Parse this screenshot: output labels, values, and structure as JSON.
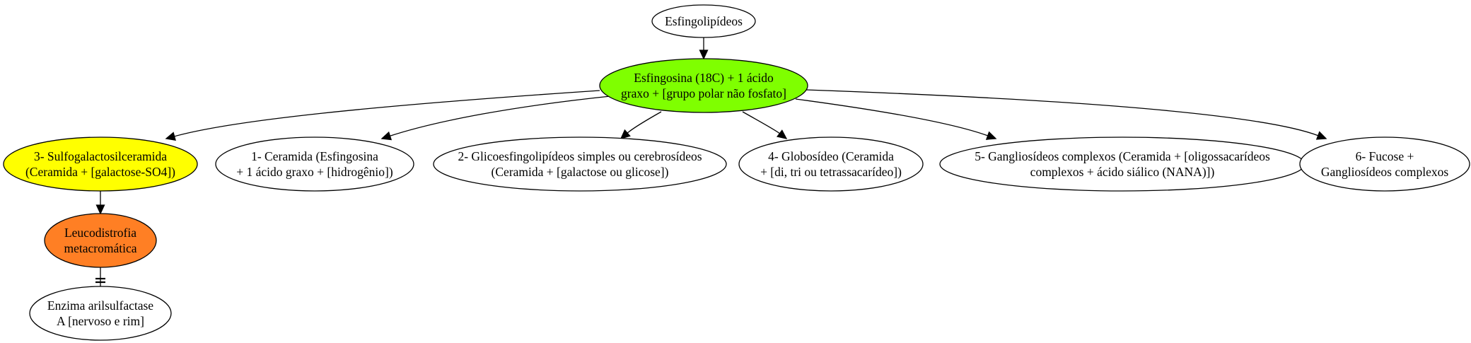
{
  "nodes": {
    "esfingolipideos": {
      "lines": [
        "Esfingolipídeos"
      ],
      "fill": "#ffffff"
    },
    "esfingosina": {
      "lines": [
        "Esfingosina (18C) + 1  ácido",
        "graxo + [grupo polar não fosfato]"
      ],
      "fill": "#7fff00"
    },
    "sulfogalactosil": {
      "lines": [
        "3- Sulfogalactosilceramida",
        "(Ceramida + [galactose-SO4])"
      ],
      "fill": "#ffff00"
    },
    "ceramida": {
      "lines": [
        "1- Ceramida (Esfingosina",
        "+ 1 ácido graxo + [hidrogênio])"
      ],
      "fill": "#ffffff"
    },
    "glicoesfingolipideos": {
      "lines": [
        "2- Glicoesfingolipídeos simples ou cerebrosídeos",
        "(Ceramida + [galactose ou glicose])"
      ],
      "fill": "#ffffff"
    },
    "globosideo": {
      "lines": [
        "4- Globosídeo (Ceramida",
        "+ [di, tri ou tetrassacarídeo])"
      ],
      "fill": "#ffffff"
    },
    "gangliosideos": {
      "lines": [
        "5- Gangliosídeos complexos (Ceramida + [oligossacarídeos",
        "complexos + ácido siálico (NANA)])"
      ],
      "fill": "#ffffff"
    },
    "fucose": {
      "lines": [
        "6- Fucose +",
        "Gangliosídeos complexos"
      ],
      "fill": "#ffffff"
    },
    "leucodistrofia": {
      "lines": [
        "Leucodistrofia",
        "metacromática"
      ],
      "fill": "#ff7f24"
    },
    "enzima": {
      "lines": [
        "Enzima arilsulfactase",
        "A [nervoso e rim]"
      ],
      "fill": "#ffffff"
    }
  },
  "edges": [
    {
      "from": "esfingolipideos",
      "to": "esfingosina",
      "style": "arrow"
    },
    {
      "from": "esfingosina",
      "to": "sulfogalactosil",
      "style": "arrow"
    },
    {
      "from": "esfingosina",
      "to": "ceramida",
      "style": "arrow"
    },
    {
      "from": "esfingosina",
      "to": "glicoesfingolipideos",
      "style": "arrow"
    },
    {
      "from": "esfingosina",
      "to": "globosideo",
      "style": "arrow"
    },
    {
      "from": "esfingosina",
      "to": "gangliosideos",
      "style": "arrow"
    },
    {
      "from": "esfingosina",
      "to": "fucose",
      "style": "arrow"
    },
    {
      "from": "sulfogalactosil",
      "to": "leucodistrofia",
      "style": "arrow"
    },
    {
      "from": "leucodistrofia",
      "to": "enzima",
      "style": "tee"
    }
  ]
}
